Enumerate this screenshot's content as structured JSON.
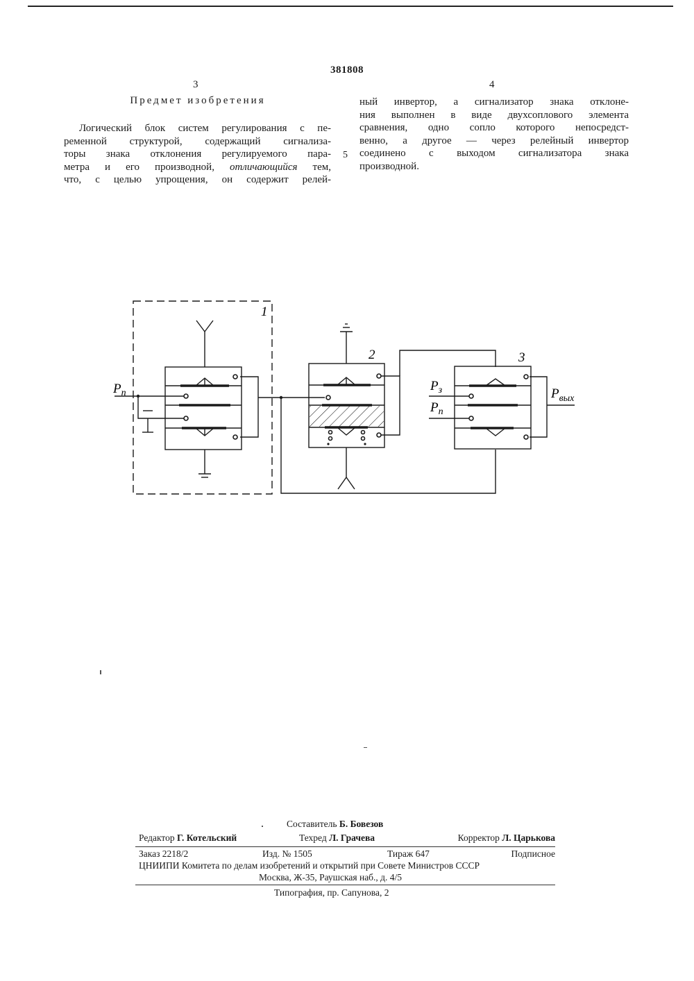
{
  "header": {
    "patent_number": "381808",
    "page_left": "3",
    "page_right": "4",
    "section_title": "Предмет изобретения"
  },
  "claim": {
    "left_lines": [
      "Логический блок систем регулирования с пе-",
      "ременной структурой, содержащий сигнализа-",
      "торы знака отклонения регулируемого пара-",
      "метра и его производной,",
      "отличающийся",
      "тем,",
      "что, с целью упрощения, он содержит релей-"
    ],
    "right_lines": [
      "ный инвертор, а сигнализатор знака отклоне-",
      "ния выполнен в виде двухсоплового элемента",
      "сравнения, одно сопло которого непосредст-",
      "венно, а другое — через релейный инвертор",
      "соединено с выходом сигнализатора знака",
      "производной."
    ],
    "line_number": "5"
  },
  "diagram": {
    "block_labels": [
      "1",
      "2",
      "3"
    ],
    "input_left": "P",
    "input_left_sub": "п",
    "input_3a": "P",
    "input_3a_sub": "з",
    "input_3b": "P",
    "input_3b_sub": "п",
    "output": "P",
    "output_sub": "вых"
  },
  "imprint": {
    "composer_label": "Составитель",
    "composer_name": "Б. Бовезов",
    "editor_label": "Редактор",
    "editor_name": "Г. Котельский",
    "techred_label": "Техред",
    "techred_name": "Л. Грачева",
    "corrector_label": "Корректор",
    "corrector_name": "Л. Царькова",
    "order": "Заказ 2218/2",
    "edition": "Изд. № 1505",
    "circulation": "Тираж 647",
    "subscription": "Подписное",
    "org": "ЦНИИПИ Комитета по делам изобретений и открытий при Совете Министров СССР",
    "address": "Москва, Ж-35, Раушская наб., д. 4/5",
    "printing": "Типография, пр. Сапунова, 2"
  }
}
